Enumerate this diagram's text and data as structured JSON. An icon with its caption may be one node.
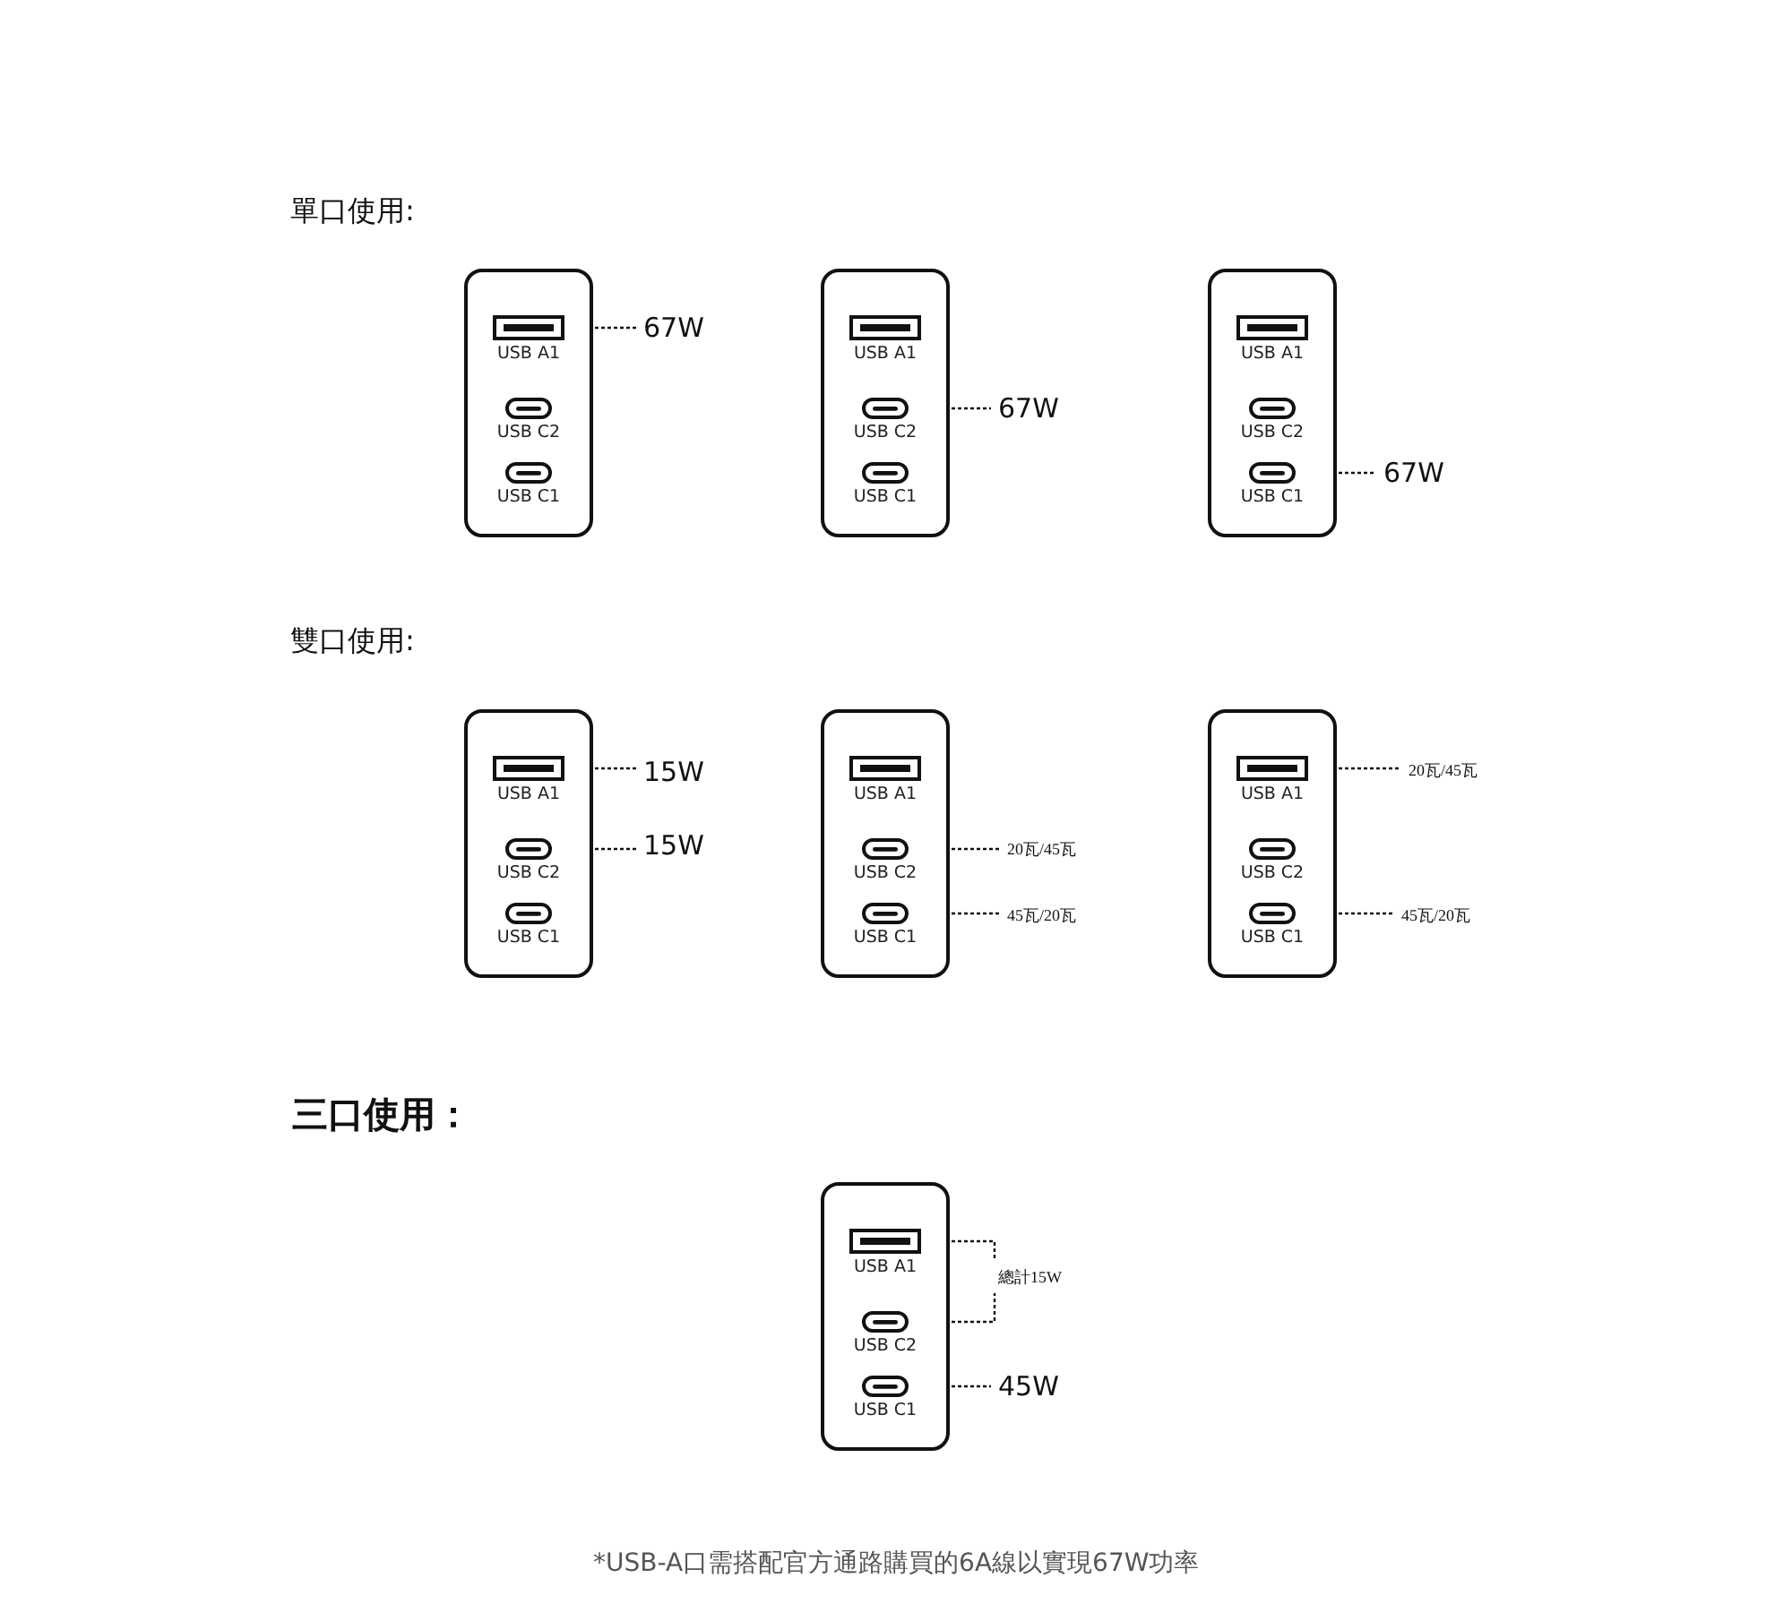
{
  "diagram": {
    "nodes": [
      {
        "text": [],
        "shape": "box"
      },
      {
        "text": [
          "USB A1"
        ],
        "in": 0
      },
      {
        "text": [
          "USB C2"
        ],
        "in": 0
      },
      {
        "text": [
          "USB C1"
        ],
        "in": 0
      },
      {
        "text": [
          "67W"
        ]
      },
      {
        "text": [],
        "shape": "box"
      },
      {
        "text": [
          "USB A1"
        ],
        "in": 5
      },
      {
        "text": [
          "USB C2"
        ],
        "in": 5
      },
      {
        "text": [
          "USB C1"
        ],
        "in": 5
      },
      {
        "text": [
          "67W"
        ]
      },
      {
        "text": [],
        "shape": "box"
      },
      {
        "text": [
          "USB A1"
        ],
        "in": 10
      },
      {
        "text": [
          "USB C2"
        ],
        "in": 10
      },
      {
        "text": [
          "USB C1"
        ],
        "in": 10
      },
      {
        "text": [
          "67W"
        ]
      },
      {
        "text": [],
        "shape": "box"
      },
      {
        "text": [
          "USB A1"
        ],
        "in": 15
      },
      {
        "text": [
          "USB C2"
        ],
        "in": 15
      },
      {
        "text": [
          "USB C1"
        ],
        "in": 15
      },
      {
        "text": [
          "15W"
        ]
      },
      {
        "text": [
          "15W"
        ]
      },
      {
        "text": [],
        "shape": "box"
      },
      {
        "text": [
          "USB A1"
        ],
        "in": 21
      },
      {
        "text": [
          "USB C2"
        ],
        "in": 21
      },
      {
        "text": [
          "USB C1"
        ],
        "in": 21
      },
      {
        "text": [
          "20瓦/45瓦"
        ]
      },
      {
        "text": [
          "45瓦/20瓦"
        ]
      },
      {
        "text": [],
        "shape": "box"
      },
      {
        "text": [
          "USB A1"
        ],
        "in": 27
      },
      {
        "text": [
          "USB C2"
        ],
        "in": 27
      },
      {
        "text": [
          "USB C1"
        ],
        "in": 27
      },
      {
        "text": [
          "20瓦/45瓦"
        ]
      },
      {
        "text": [
          "45瓦/20瓦"
        ]
      },
      {
        "text": [],
        "shape": "box"
      },
      {
        "text": [
          "USB A1"
        ],
        "in": 33
      },
      {
        "text": [
          "USB C2"
        ],
        "in": 33
      },
      {
        "text": [
          "USB C1"
        ],
        "in": 33
      },
      {
        "text": [
          "總計15W"
        ]
      },
      {
        "text": [
          "45W"
        ]
      }
    ],
    "edges": [
      {
        "from": 4,
        "to": 1,
        "arrow": "none",
        "style": "dashed"
      },
      {
        "from": 9,
        "to": 7,
        "arrow": "none",
        "style": "dashed"
      },
      {
        "from": 14,
        "to": 13,
        "arrow": "none",
        "style": "dashed"
      },
      {
        "from": 19,
        "to": 16,
        "arrow": "none",
        "style": "dashed"
      },
      {
        "from": 20,
        "to": 17,
        "arrow": "none",
        "style": "dashed"
      },
      {
        "from": 25,
        "to": 23,
        "arrow": "none",
        "style": "dashed"
      },
      {
        "from": 26,
        "to": 24,
        "arrow": "none",
        "style": "dashed"
      },
      {
        "from": 31,
        "to": 28,
        "arrow": "none",
        "style": "dashed"
      },
      {
        "from": 32,
        "to": 30,
        "arrow": "none",
        "style": "dashed"
      },
      {
        "from": 37,
        "to": 34,
        "arrow": "none",
        "style": "dashed"
      },
      {
        "from": 37,
        "to": 35,
        "arrow": "none",
        "style": "dashed"
      },
      {
        "from": 38,
        "to": 36,
        "arrow": "none",
        "style": "dashed"
      }
    ],
    "labels": [
      "單口使用:",
      "雙口使用:",
      "三口使用：",
      "*USB-A口需搭配官方通路購買的6A線以實現67W功率"
    ]
  }
}
